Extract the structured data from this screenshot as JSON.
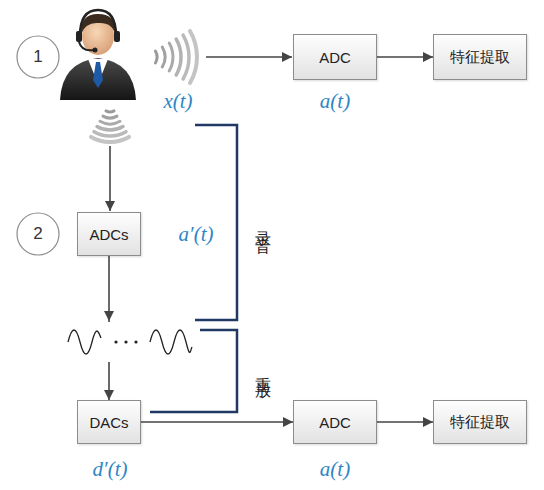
{
  "diagram": {
    "nodes": [
      {
        "text": [
          "1"
        ]
      },
      {
        "text": [
          "ADC"
        ]
      },
      {
        "text": [
          "特征提取"
        ]
      },
      {
        "text": [
          "2"
        ]
      },
      {
        "text": [
          "ADCs"
        ]
      },
      {
        "text": [
          "DACs"
        ]
      },
      {
        "text": [
          "ADC"
        ]
      },
      {
        "text": [
          "特征提取"
        ]
      }
    ],
    "edges": [
      {
        "from": 1,
        "to": 2,
        "arrow": "to"
      },
      {
        "from": 4,
        "to": 5,
        "arrow": "to"
      },
      {
        "from": 5,
        "to": 6,
        "arrow": "to"
      },
      {
        "from": 6,
        "to": 7,
        "arrow": "to"
      }
    ],
    "labels": [
      "x(t)",
      "a(t)",
      "a′(t)",
      "录音",
      "重放",
      "d′(t)",
      "a(t)"
    ]
  }
}
